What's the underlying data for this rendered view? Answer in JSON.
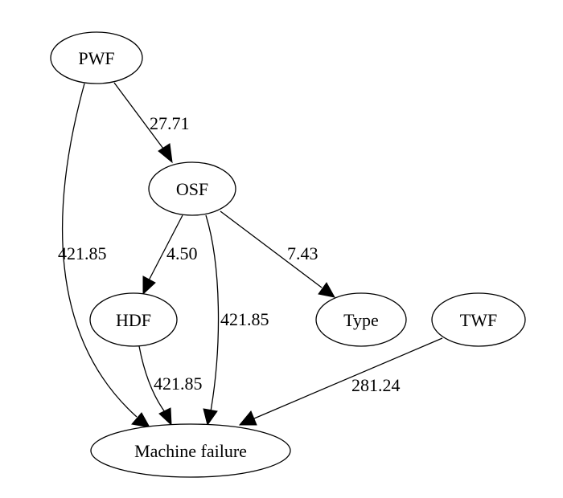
{
  "graph": {
    "nodes": {
      "pwf": "PWF",
      "osf": "OSF",
      "hdf": "HDF",
      "type": "Type",
      "twf": "TWF",
      "machine_failure": "Machine failure"
    },
    "edges": [
      {
        "from": "PWF",
        "to": "OSF",
        "weight": "27.71"
      },
      {
        "from": "PWF",
        "to": "Machine failure",
        "weight": "421.85"
      },
      {
        "from": "OSF",
        "to": "HDF",
        "weight": "4.50"
      },
      {
        "from": "OSF",
        "to": "Machine failure",
        "weight": "421.85"
      },
      {
        "from": "OSF",
        "to": "Type",
        "weight": "7.43"
      },
      {
        "from": "HDF",
        "to": "Machine failure",
        "weight": "421.85"
      },
      {
        "from": "TWF",
        "to": "Machine failure",
        "weight": "281.24"
      }
    ]
  }
}
